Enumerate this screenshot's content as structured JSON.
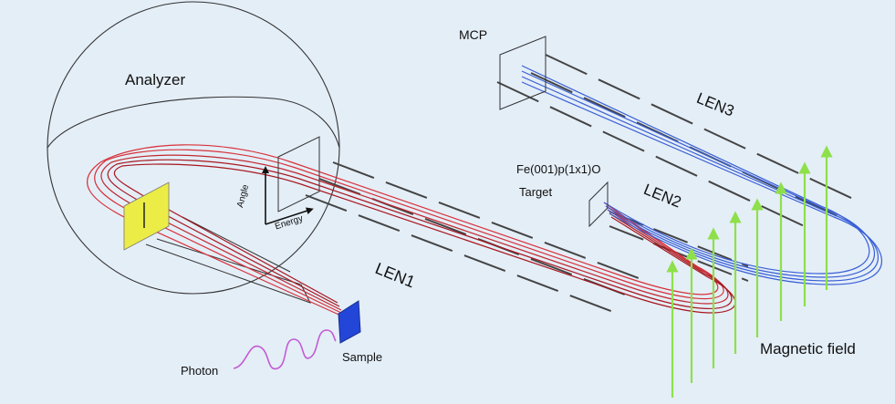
{
  "labels": {
    "analyzer": "Analyzer",
    "mcp": "MCP",
    "len1": "LEN1",
    "len2": "LEN2",
    "len3": "LEN3",
    "target_material": "Fe(001)p(1x1)O",
    "target": "Target",
    "angle": "Angle",
    "energy": "Energy",
    "photon": "Photon",
    "sample": "Sample",
    "magnetic_field": "Magnetic field"
  },
  "colors": {
    "background": "#e4eef7",
    "red_trajectory": "#d8313a",
    "dark_red_trajectory": "#a8161e",
    "blue_trajectory": "#3a5fd6",
    "field_arrow": "#8ee04a",
    "slit_plate": "#ecec46",
    "sample": "#2346d8",
    "photon_wave": "#c25ad4"
  }
}
